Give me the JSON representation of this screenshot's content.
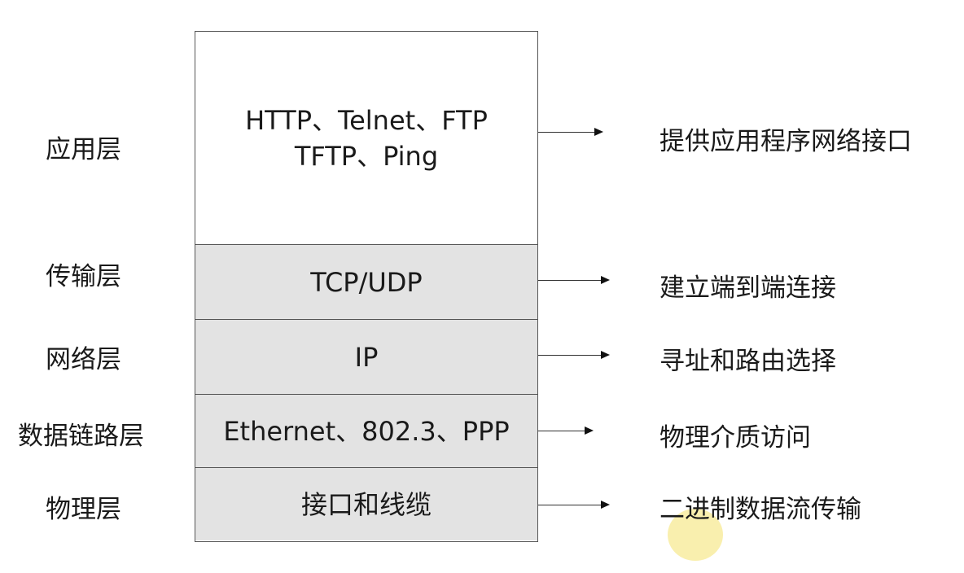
{
  "layers": [
    {
      "name": "应用层",
      "protocols_line1": "HTTP、Telnet、FTP",
      "protocols_line2": "TFTP、Ping",
      "function": "提供应用程序网络接口"
    },
    {
      "name": "传输层",
      "protocols": "TCP/UDP",
      "function": "建立端到端连接"
    },
    {
      "name": "网络层",
      "protocols": "IP",
      "function": "寻址和路由选择"
    },
    {
      "name": "数据链路层",
      "protocols": "Ethernet、802.3、PPP",
      "function": "物理介质访问"
    },
    {
      "name": "物理层",
      "protocols": "接口和线缆",
      "function": "二进制数据流传输"
    }
  ],
  "colors": {
    "shaded_fill": "#e3e3e3",
    "border": "#555555",
    "cursor_highlight": "#f8eca0"
  }
}
